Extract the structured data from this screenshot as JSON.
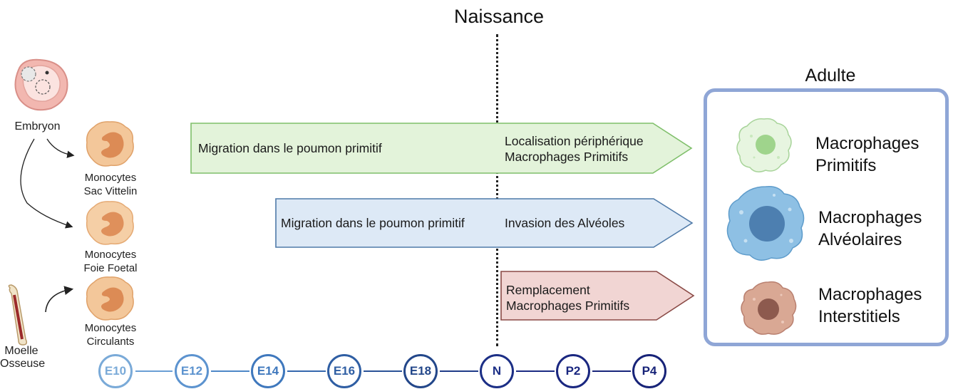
{
  "birth_label": "Naissance",
  "sources": {
    "embryo_label": "Embryon",
    "bone_marrow_label": "Moelle\nOsseuse"
  },
  "monocytes": [
    {
      "line1": "Monocytes",
      "line2": "Sac Vittelin"
    },
    {
      "line1": "Monocytes",
      "line2": "Foie Foetal"
    },
    {
      "line1": "Monocytes",
      "line2": "Circulants"
    }
  ],
  "arrows": [
    {
      "left_text": "Migration dans le poumon primitif",
      "right_line1": "Localisation périphérique",
      "right_line2": "Macrophages Primitifs",
      "color": "#e3f3da",
      "stroke": "#7fbf6a"
    },
    {
      "left_text": "Migration dans le poumon primitif",
      "right_line1": "Invasion des Alvéoles",
      "right_line2": "",
      "color": "#dde9f6",
      "stroke": "#4f7aa8"
    },
    {
      "left_text": "",
      "right_line1": "Remplacement",
      "right_line2": "Macrophages Primitifs",
      "color": "#f1d5d3",
      "stroke": "#8a4a46"
    }
  ],
  "adult": {
    "title": "Adulte",
    "macrophages": [
      {
        "line1": "Macrophages",
        "line2": "Primitifs"
      },
      {
        "line1": "Macrophages",
        "line2": "Alvéolaires"
      },
      {
        "line1": "Macrophages",
        "line2": "Interstitiels"
      }
    ]
  },
  "timeline": [
    {
      "label": "E10",
      "color": "#7aaad8"
    },
    {
      "label": "E12",
      "color": "#5c93cf"
    },
    {
      "label": "E14",
      "color": "#3f78bd"
    },
    {
      "label": "E16",
      "color": "#2f5ea3"
    },
    {
      "label": "E18",
      "color": "#23478a"
    },
    {
      "label": "N",
      "color": "#1c2f86"
    },
    {
      "label": "P2",
      "color": "#1a2780"
    },
    {
      "label": "P4",
      "color": "#172378"
    }
  ]
}
